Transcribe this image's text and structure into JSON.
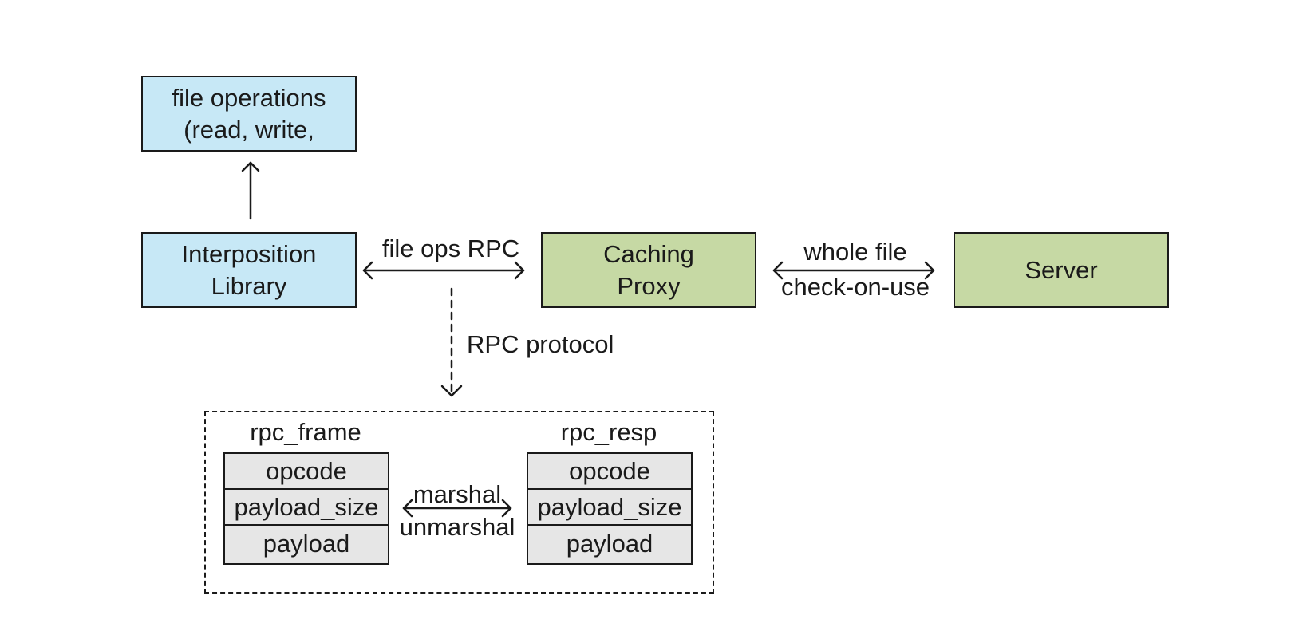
{
  "nodes": {
    "file_operations": {
      "line1": "file operations",
      "line2": "(read, write,"
    },
    "interposition_library": {
      "line1": "Interposition",
      "line2": "Library"
    },
    "caching_proxy": {
      "line1": "Caching",
      "line2": "Proxy"
    },
    "server": {
      "label": "Server"
    }
  },
  "edges": {
    "file_ops_rpc": "file ops RPC",
    "whole_file": "whole file",
    "check_on_use": "check-on-use",
    "rpc_protocol": "RPC protocol",
    "marshal": "marshal",
    "unmarshal": "unmarshal"
  },
  "structs": {
    "rpc_frame": {
      "title": "rpc_frame",
      "fields": [
        "opcode",
        "payload_size",
        "payload"
      ]
    },
    "rpc_resp": {
      "title": "rpc_resp",
      "fields": [
        "opcode",
        "payload_size",
        "payload"
      ]
    }
  },
  "colors": {
    "client_fill": "#c7e8f6",
    "server_fill": "#c6d9a4",
    "struct_fill": "#e6e6e6"
  }
}
